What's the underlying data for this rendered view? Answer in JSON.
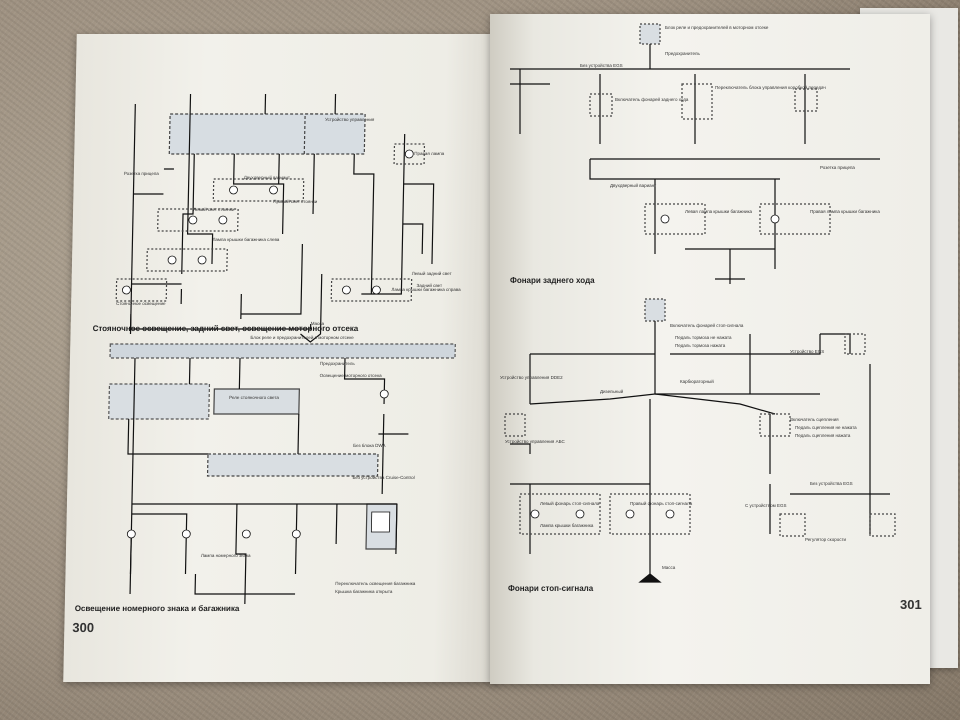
{
  "left_page": {
    "page_number": "300",
    "captions": [
      "Стояночное освещение, задний свет, освещение моторного отсека",
      "Освещение номерного знака и багажника"
    ],
    "labels": [
      "Устройство управления",
      "Розетка прицепа",
      "Двухдверный вариант",
      "Левый свет стоянки",
      "Правый свет стоянки",
      "Лампа крышки багажника слева",
      "Лампа крышки багажника справа",
      "Стояночное освещение",
      "Масса",
      "Левый задний свет",
      "Задний свет",
      "Правая лампа",
      "Блок реле и предохранителей в моторном отсеке",
      "Предохранитель",
      "Освещение моторного отсека",
      "Реле стояночного света",
      "Без блока DWA",
      "Без устройства Cruise-Control",
      "Лампа номерного знака",
      "Переключатель освещения багажника",
      "Крышка багажника открыта"
    ]
  },
  "right_page": {
    "page_number": "301",
    "section_headings": [
      "Фонари заднего хода",
      "Фонари стоп-сигнала"
    ],
    "labels": [
      "Блок реле и предохранителей в моторном отсеке",
      "Предохранитель",
      "Без устройства EGS",
      "Включатель фонарей заднего хода",
      "Переключатель блока управления коробкой передач",
      "Розетка прицепа",
      "Двухдверный вариант",
      "Левая лампа крышки багажника",
      "Правая лампа крышки багажника",
      "Включатель фонарей стоп-сигнала",
      "Педаль тормоза не нажата",
      "Педаль тормоза нажата",
      "Устройство EGS",
      "Устройство управления DDE2",
      "Дизельный",
      "Карбюраторный",
      "Устройство управления АБС",
      "Включатель сцепления",
      "Педаль сцепления не нажата",
      "Педаль сцепления нажата",
      "Без устройства EGS",
      "Левый фонарь стоп-сигнала",
      "Правый фонарь стоп-сигнала",
      "Лампа крышки багажника",
      "С устройством EGS",
      "Регулятор скорости",
      "Масса"
    ]
  },
  "colors": {
    "paper": "#f1f0ea",
    "ink": "#222222",
    "wire": "#111111",
    "shaded_box": "#cfd6dc",
    "carpet": "#a09484"
  },
  "icons": [
    "lamp-icon",
    "switch-icon",
    "fuse-icon",
    "ground-icon",
    "relay-icon"
  ]
}
